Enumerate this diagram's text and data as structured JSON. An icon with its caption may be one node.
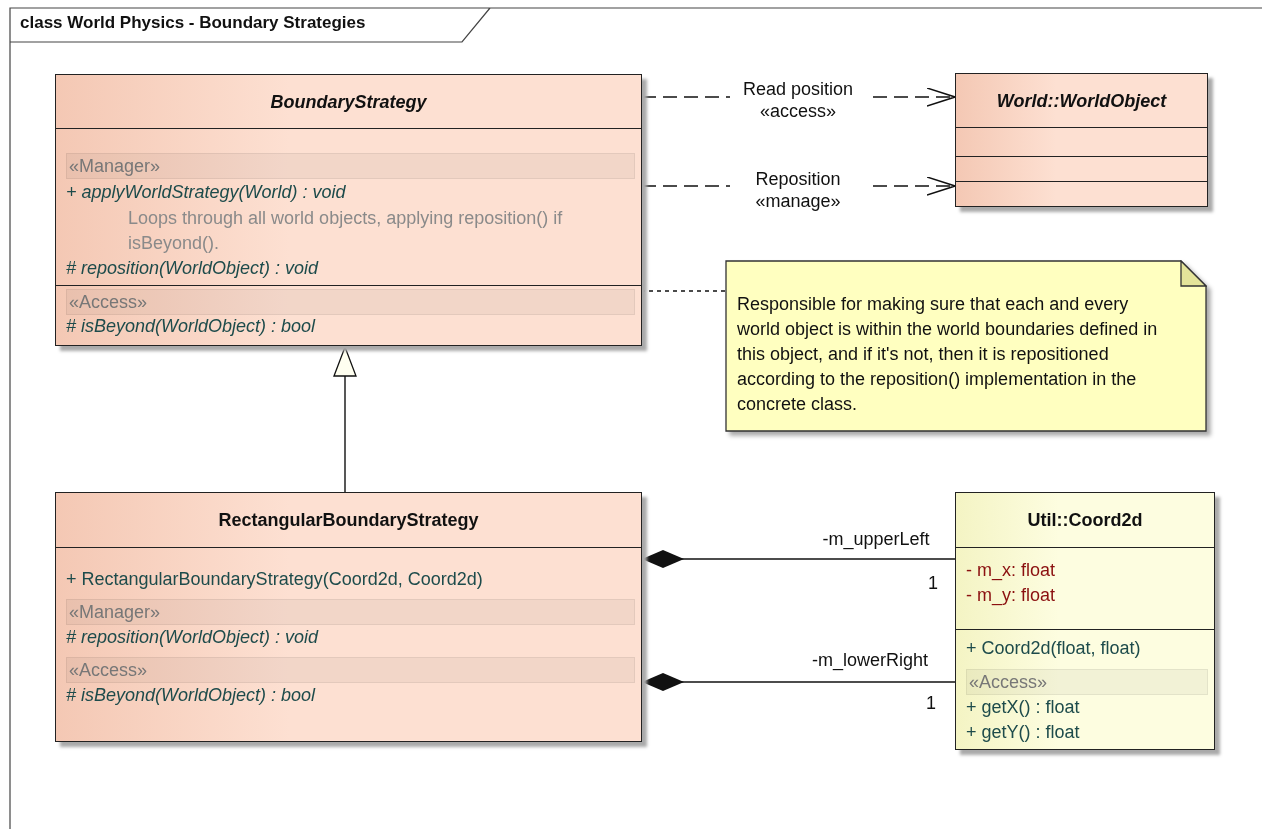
{
  "diagram": {
    "title": "class World Physics - Boundary Strategies",
    "nodes": [
      {
        "text": [
          "BoundaryStrategy",
          "«Manager»",
          "+ applyWorldStrategy(World) : void",
          "Loops through all world objects, applying reposition() if isBeyond().",
          "# reposition(WorldObject) : void",
          "«Access»",
          "# isBeyond(WorldObject) : bool"
        ]
      },
      {
        "text": [
          "World::WorldObject"
        ]
      },
      {
        "text": [
          "Responsible for making sure that each and every world object is within the world boundaries defined in this object, and if it's not, then it is repositioned according to the reposition() implementation in the concrete class."
        ]
      },
      {
        "text": [
          "RectangularBoundaryStrategy",
          "+ RectangularBoundaryStrategy(Coord2d, Coord2d)",
          "«Manager»",
          "# reposition(WorldObject) : void",
          "«Access»",
          "# isBeyond(WorldObject) : bool"
        ]
      },
      {
        "text": [
          "Util::Coord2d",
          "- m_x:  float",
          "- m_y:  float",
          "+ Coord2d(float, float)",
          "«Access»",
          "+ getX() : float",
          "+ getY() : float"
        ]
      }
    ],
    "edges": [
      {
        "from": 0,
        "to": 1,
        "arrow": "to",
        "style": "dashed",
        "label": "Read position «access»"
      },
      {
        "from": 0,
        "to": 1,
        "arrow": "to",
        "style": "dashed",
        "label": "Reposition «manage»"
      },
      {
        "from": 2,
        "to": 0,
        "arrow": "none",
        "style": "dashed"
      },
      {
        "from": 3,
        "to": 0,
        "arrow": "to"
      },
      {
        "from": 3,
        "to": 4,
        "arrow": "other",
        "label": "-m_upperLeft"
      },
      {
        "from": 3,
        "to": 4,
        "arrow": "other",
        "label": "-m_lowerRight"
      }
    ],
    "labels": [
      "1",
      "1"
    ]
  }
}
